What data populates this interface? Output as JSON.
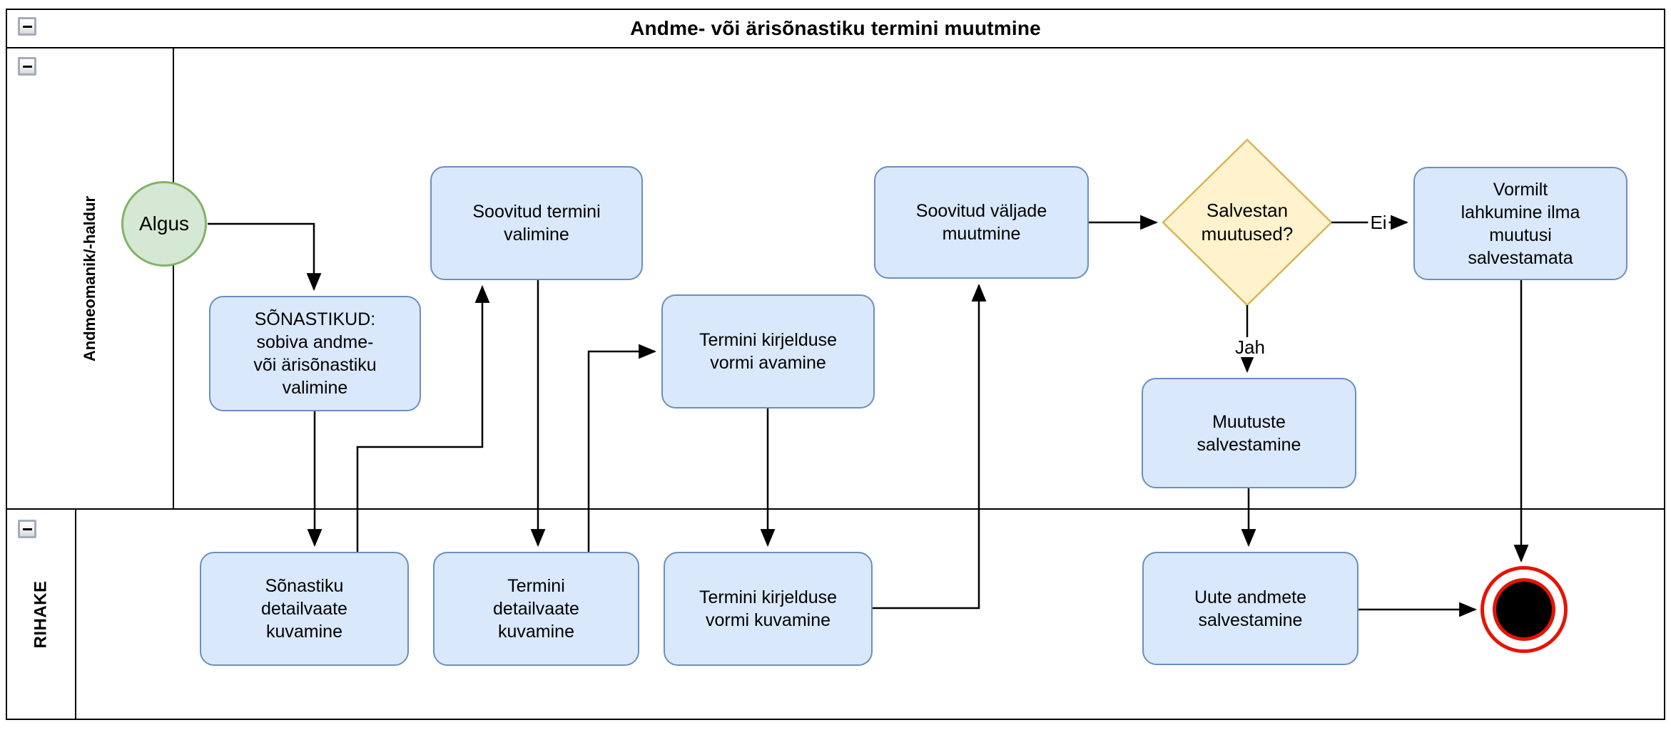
{
  "diagram": {
    "title": "Andme- või ärisõnastiku termini muutmine",
    "lanes": [
      {
        "label": "Andmeomanik/-haldur"
      },
      {
        "label": "RIHAKE"
      }
    ]
  },
  "nodes": {
    "start": {
      "type": "start-event",
      "label": "Algus"
    },
    "a1": {
      "type": "task",
      "label": "SÕNASTIKUD:\nsobiva andme-\nvõi ärisõnastiku\nvalimine"
    },
    "a2": {
      "type": "task",
      "label": "Soovitud termini\nvalimine"
    },
    "a3": {
      "type": "task",
      "label": "Termini kirjelduse\nvormi avamine"
    },
    "a4": {
      "type": "task",
      "label": "Soovitud väljade\nmuutmine"
    },
    "d1": {
      "type": "decision",
      "label": "Salvestan\nmuutused?"
    },
    "a5": {
      "type": "task",
      "label": "Vormilt\nlahkumine ilma\nmuutusi\nsalvestamata"
    },
    "a6": {
      "type": "task",
      "label": "Muutuste\nsalvestamine"
    },
    "b1": {
      "type": "task",
      "label": "Sõnastiku\ndetailvaate\nkuvamine"
    },
    "b2": {
      "type": "task",
      "label": "Termini\ndetailvaate\nkuvamine"
    },
    "b3": {
      "type": "task",
      "label": "Termini kirjelduse\nvormi kuvamine"
    },
    "b4": {
      "type": "task",
      "label": "Uute andmete\nsalvestamine"
    },
    "end": {
      "type": "end-event"
    }
  },
  "edge_labels": {
    "yes": "Jah",
    "no": "Ei"
  },
  "colors": {
    "task_fill": "#dae8fc",
    "task_stroke": "#6c8ebf",
    "start_fill": "#d5e8d4",
    "start_stroke": "#82b366",
    "decision_fill": "#fff2cc",
    "decision_stroke": "#d6b656",
    "end_stroke": "#e51400",
    "end_fill": "#000000",
    "edge_stroke": "#000000"
  }
}
